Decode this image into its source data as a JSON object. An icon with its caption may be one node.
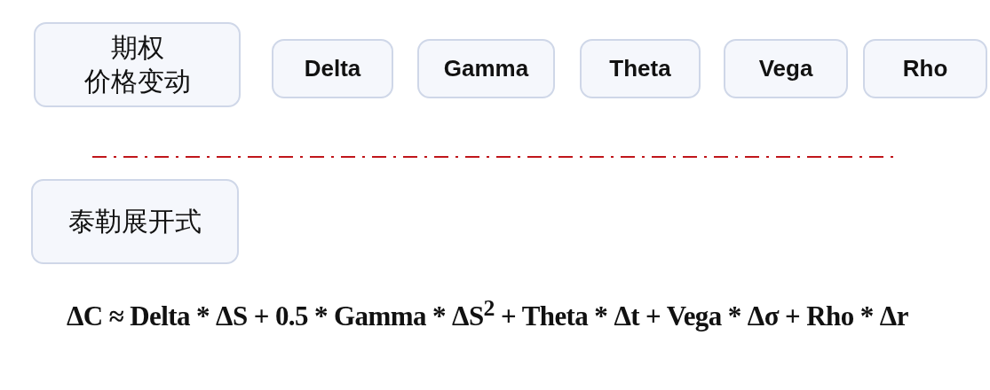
{
  "diagram": {
    "nodes": [
      {
        "text": [
          "期权价格变动"
        ]
      },
      {
        "text": [
          "Delta"
        ]
      },
      {
        "text": [
          "Gamma"
        ]
      },
      {
        "text": [
          "Theta"
        ]
      },
      {
        "text": [
          "Vega"
        ]
      },
      {
        "text": [
          "Rho"
        ]
      },
      {
        "text": [
          "泰勒展开式"
        ]
      }
    ],
    "labels": [
      "ΔC ≈ Delta * ΔS + 0.5 * Gamma * ΔS$^{2}$ + Theta * Δt + Vega * Δσ + Rho * Δr"
    ]
  }
}
